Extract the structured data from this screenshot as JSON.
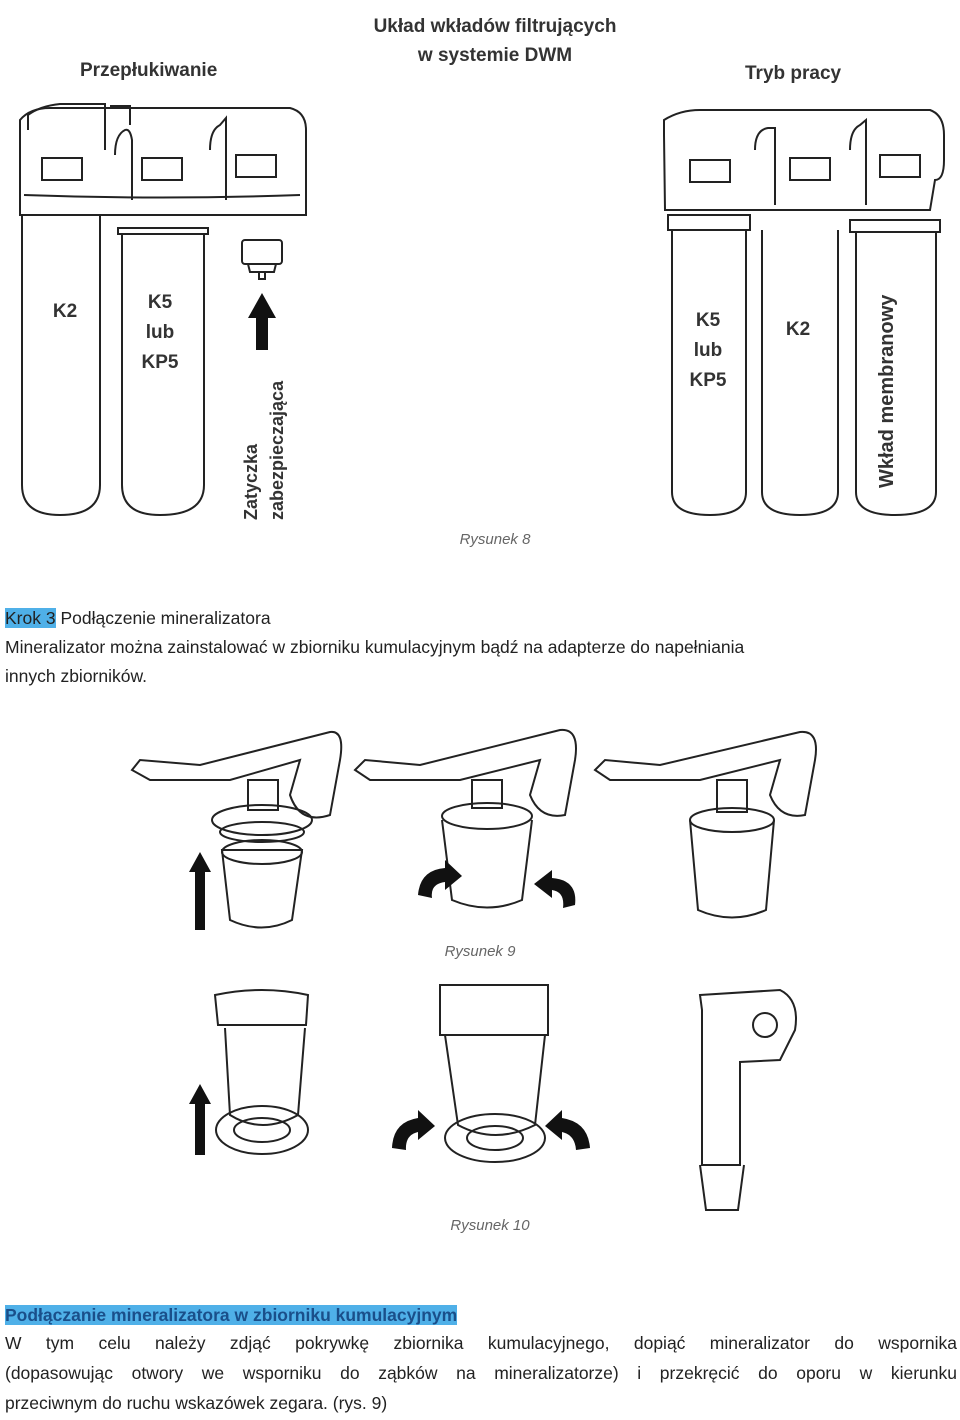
{
  "figure8": {
    "title_line1": "Układ wkładów filtrujących",
    "title_line2": "w systemie DWM",
    "left_mode": "Przepłukiwanie",
    "right_mode": "Tryb pracy",
    "left_cartridges": [
      "K2",
      "K5",
      "lub",
      "KP5"
    ],
    "plug_label_line1": "Zatyczka",
    "plug_label_line2": "zabezpieczająca",
    "right_cartridges": [
      "K5",
      "lub",
      "KP5",
      "K2"
    ],
    "membrane_label": "Wkład membranowy",
    "caption": "Rysunek 8"
  },
  "step3": {
    "step_label": "Krok 3",
    "heading": "Podłączenie mineralizatora",
    "text_line1": "Mineralizator można zainstalować w zbiorniku kumulacyjnym bądź na adapterze do napełniania",
    "text_line2": "innych zbiorników."
  },
  "figure9": {
    "caption": "Rysunek 9"
  },
  "figure10": {
    "caption": "Rysunek 10"
  },
  "section": {
    "heading": "Podłączanie mineralizatora w zbiorniku kumulacyjnym",
    "line1": "W tym celu należy zdjąć pokrywkę zbiornika kumulacyjnego, dopiąć mineralizator do wspornika",
    "line2": "(dopasowując otwory we wsporniku do ząbków na mineralizatorze) i przekręcić do oporu w kierunku",
    "line3": "przeciwnym do ruchu wskazówek zegara. (rys. 9)"
  }
}
